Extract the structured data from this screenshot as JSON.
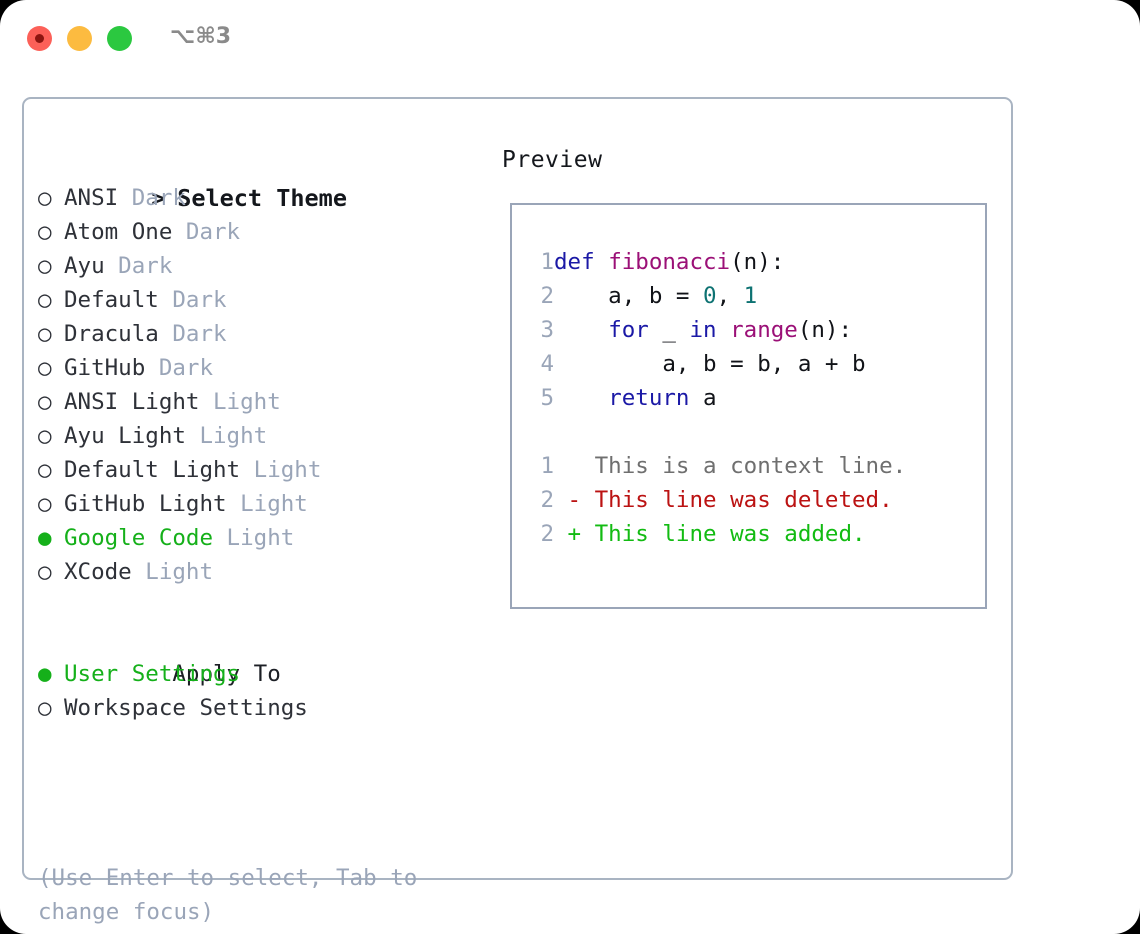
{
  "window": {
    "title": "⌥⌘3",
    "traffic_lights": [
      "close",
      "minimize",
      "maximize"
    ],
    "colors": {
      "close": "#fc6058",
      "minimize": "#fcbb40",
      "maximize": "#2bc840",
      "accent_green": "#15b01a",
      "muted": "#9aa5b8",
      "border": "#a9b4c2"
    }
  },
  "theme_picker": {
    "heading_marker": ">",
    "heading": "Select Theme",
    "markers": {
      "selected": "●",
      "unselected": "○"
    },
    "items": [
      {
        "marker": "○",
        "name": "ANSI",
        "tag": "Dark",
        "selected": false
      },
      {
        "marker": "○",
        "name": "Atom One",
        "tag": "Dark",
        "selected": false
      },
      {
        "marker": "○",
        "name": "Ayu",
        "tag": "Dark",
        "selected": false
      },
      {
        "marker": "○",
        "name": "Default",
        "tag": "Dark",
        "selected": false
      },
      {
        "marker": "○",
        "name": "Dracula",
        "tag": "Dark",
        "selected": false
      },
      {
        "marker": "○",
        "name": "GitHub",
        "tag": "Dark",
        "selected": false
      },
      {
        "marker": "○",
        "name": "ANSI Light",
        "tag": "Light",
        "selected": false
      },
      {
        "marker": "○",
        "name": "Ayu Light",
        "tag": "Light",
        "selected": false
      },
      {
        "marker": "○",
        "name": "Default Light",
        "tag": "Light",
        "selected": false
      },
      {
        "marker": "○",
        "name": "GitHub Light",
        "tag": "Light",
        "selected": false
      },
      {
        "marker": "●",
        "name": "Google Code",
        "tag": "Light",
        "selected": true
      },
      {
        "marker": "○",
        "name": "XCode",
        "tag": "Light",
        "selected": false
      }
    ]
  },
  "apply_to": {
    "heading_marker": " ",
    "heading": "Apply To",
    "items": [
      {
        "marker": "●",
        "name": "User Settings",
        "tag": "",
        "selected": true
      },
      {
        "marker": "○",
        "name": "Workspace Settings",
        "tag": "",
        "selected": false
      }
    ]
  },
  "help_text": "(Use Enter to select, Tab to change focus)",
  "preview": {
    "title": "Preview",
    "code_lines": [
      {
        "num": "1",
        "tokens": [
          {
            "t": "def ",
            "c": "kw"
          },
          {
            "t": "fibonacci",
            "c": "fn"
          },
          {
            "t": "(n):",
            "c": "pl"
          }
        ]
      },
      {
        "num": "2",
        "tokens": [
          {
            "t": "    a, b = ",
            "c": "pl"
          },
          {
            "t": "0",
            "c": "num"
          },
          {
            "t": ", ",
            "c": "pl"
          },
          {
            "t": "1",
            "c": "num"
          }
        ]
      },
      {
        "num": "3",
        "tokens": [
          {
            "t": "    ",
            "c": "pl"
          },
          {
            "t": "for",
            "c": "kw"
          },
          {
            "t": " _ ",
            "c": "pl"
          },
          {
            "t": "in",
            "c": "kw"
          },
          {
            "t": " ",
            "c": "pl"
          },
          {
            "t": "range",
            "c": "fn"
          },
          {
            "t": "(n):",
            "c": "pl"
          }
        ]
      },
      {
        "num": "4",
        "tokens": [
          {
            "t": "        a, b = b, a + b",
            "c": "pl"
          }
        ]
      },
      {
        "num": "5",
        "tokens": [
          {
            "t": "    ",
            "c": "pl"
          },
          {
            "t": "return",
            "c": "kw"
          },
          {
            "t": " a",
            "c": "pl"
          }
        ]
      }
    ],
    "diff_lines": [
      {
        "num": "1",
        "tokens": [
          {
            "t": "   This is a context line.",
            "c": "ctx"
          }
        ]
      },
      {
        "num": "2",
        "tokens": [
          {
            "t": " - This line was deleted.",
            "c": "del"
          }
        ]
      },
      {
        "num": "2",
        "tokens": [
          {
            "t": " + This line was added.",
            "c": "add"
          }
        ]
      }
    ],
    "syntax_colors": {
      "keyword": "#1b19a6",
      "function": "#9b1077",
      "number": "#0d7272",
      "plain": "#111318",
      "line_number": "#9aa5b8",
      "diff_context": "#6f6f6f",
      "diff_deleted": "#bb1212",
      "diff_added": "#12bb12"
    }
  }
}
